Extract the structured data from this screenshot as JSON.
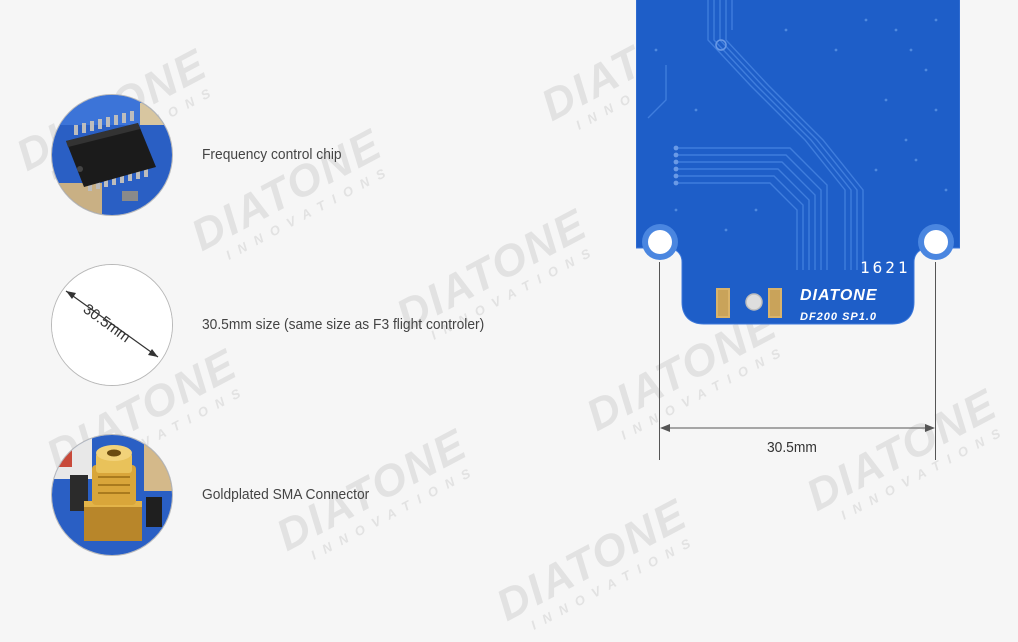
{
  "features": [
    {
      "label": "Frequency control chip",
      "icon": "chip-icon"
    },
    {
      "label": "30.5mm size (same size as F3 flight controler)",
      "icon": "size-icon",
      "icon_text": "30.5mm"
    },
    {
      "label": "Goldplated SMA Connector",
      "icon": "sma-connector-icon"
    }
  ],
  "board": {
    "brand": "DIATONE",
    "model": "DF200 SP1.0",
    "serial": "1621"
  },
  "dimension_label": "30.5mm",
  "watermark": {
    "brand": "DIATONE",
    "tagline": "INNOVATIONS"
  },
  "colors": {
    "pcb_blue": "#1e5ec8",
    "background": "#f6f6f6"
  }
}
